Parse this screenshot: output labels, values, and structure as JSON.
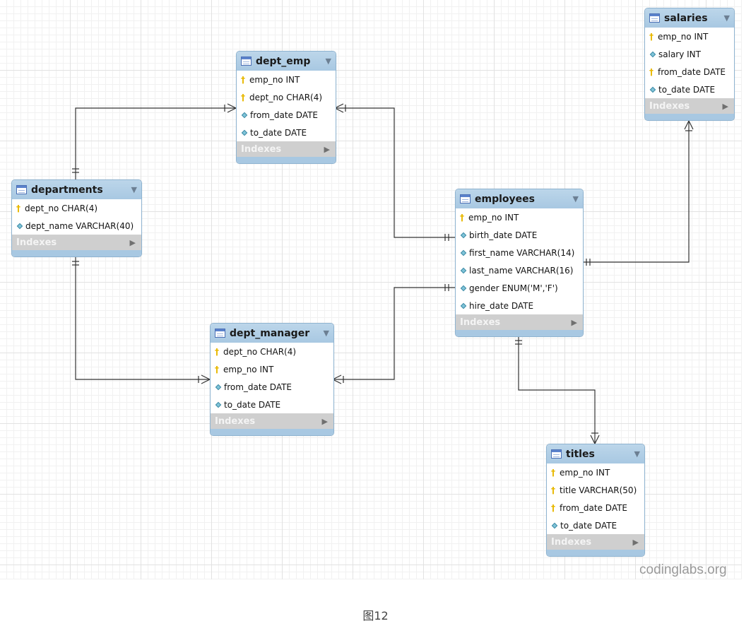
{
  "tables": [
    {
      "id": "salaries",
      "name": "salaries",
      "indexes_label": "Indexes",
      "columns": [
        {
          "label": "emp_no INT",
          "key": true
        },
        {
          "label": "salary INT",
          "key": false
        },
        {
          "label": "from_date DATE",
          "key": true
        },
        {
          "label": "to_date DATE",
          "key": false
        }
      ]
    },
    {
      "id": "dept_emp",
      "name": "dept_emp",
      "indexes_label": "Indexes",
      "columns": [
        {
          "label": "emp_no INT",
          "key": true
        },
        {
          "label": "dept_no CHAR(4)",
          "key": true
        },
        {
          "label": "from_date DATE",
          "key": false
        },
        {
          "label": "to_date DATE",
          "key": false
        }
      ]
    },
    {
      "id": "departments",
      "name": "departments",
      "indexes_label": "Indexes",
      "columns": [
        {
          "label": "dept_no CHAR(4)",
          "key": true
        },
        {
          "label": "dept_name VARCHAR(40)",
          "key": false
        }
      ]
    },
    {
      "id": "employees",
      "name": "employees",
      "indexes_label": "Indexes",
      "columns": [
        {
          "label": "emp_no INT",
          "key": true
        },
        {
          "label": "birth_date DATE",
          "key": false
        },
        {
          "label": "first_name VARCHAR(14)",
          "key": false
        },
        {
          "label": "last_name VARCHAR(16)",
          "key": false
        },
        {
          "label": "gender ENUM('M','F')",
          "key": false
        },
        {
          "label": "hire_date DATE",
          "key": false
        }
      ]
    },
    {
      "id": "dept_manager",
      "name": "dept_manager",
      "indexes_label": "Indexes",
      "columns": [
        {
          "label": "dept_no CHAR(4)",
          "key": true
        },
        {
          "label": "emp_no INT",
          "key": true
        },
        {
          "label": "from_date DATE",
          "key": false
        },
        {
          "label": "to_date DATE",
          "key": false
        }
      ]
    },
    {
      "id": "titles",
      "name": "titles",
      "indexes_label": "Indexes",
      "columns": [
        {
          "label": "emp_no INT",
          "key": true
        },
        {
          "label": "title VARCHAR(50)",
          "key": true
        },
        {
          "label": "from_date DATE",
          "key": true
        },
        {
          "label": "to_date DATE",
          "key": false
        }
      ]
    }
  ],
  "relationships": [
    {
      "from": "departments",
      "to": "dept_emp",
      "type": "one-to-many"
    },
    {
      "from": "employees",
      "to": "dept_emp",
      "type": "one-to-many"
    },
    {
      "from": "departments",
      "to": "dept_manager",
      "type": "one-to-many"
    },
    {
      "from": "employees",
      "to": "dept_manager",
      "type": "one-to-many"
    },
    {
      "from": "employees",
      "to": "salaries",
      "type": "one-to-many"
    },
    {
      "from": "employees",
      "to": "titles",
      "type": "one-to-many"
    }
  ],
  "icons": {
    "table": "table-icon",
    "primary_key": "key-icon",
    "column": "diamond-icon",
    "collapse": "triangle-down-icon",
    "expand": "triangle-right-icon"
  },
  "colors": {
    "header": "#a8c8e2",
    "indexes_bar": "#cfcfcf",
    "key": "#e8b800",
    "line": "#333333"
  },
  "watermark": "codinglabs.org",
  "caption": "图12"
}
